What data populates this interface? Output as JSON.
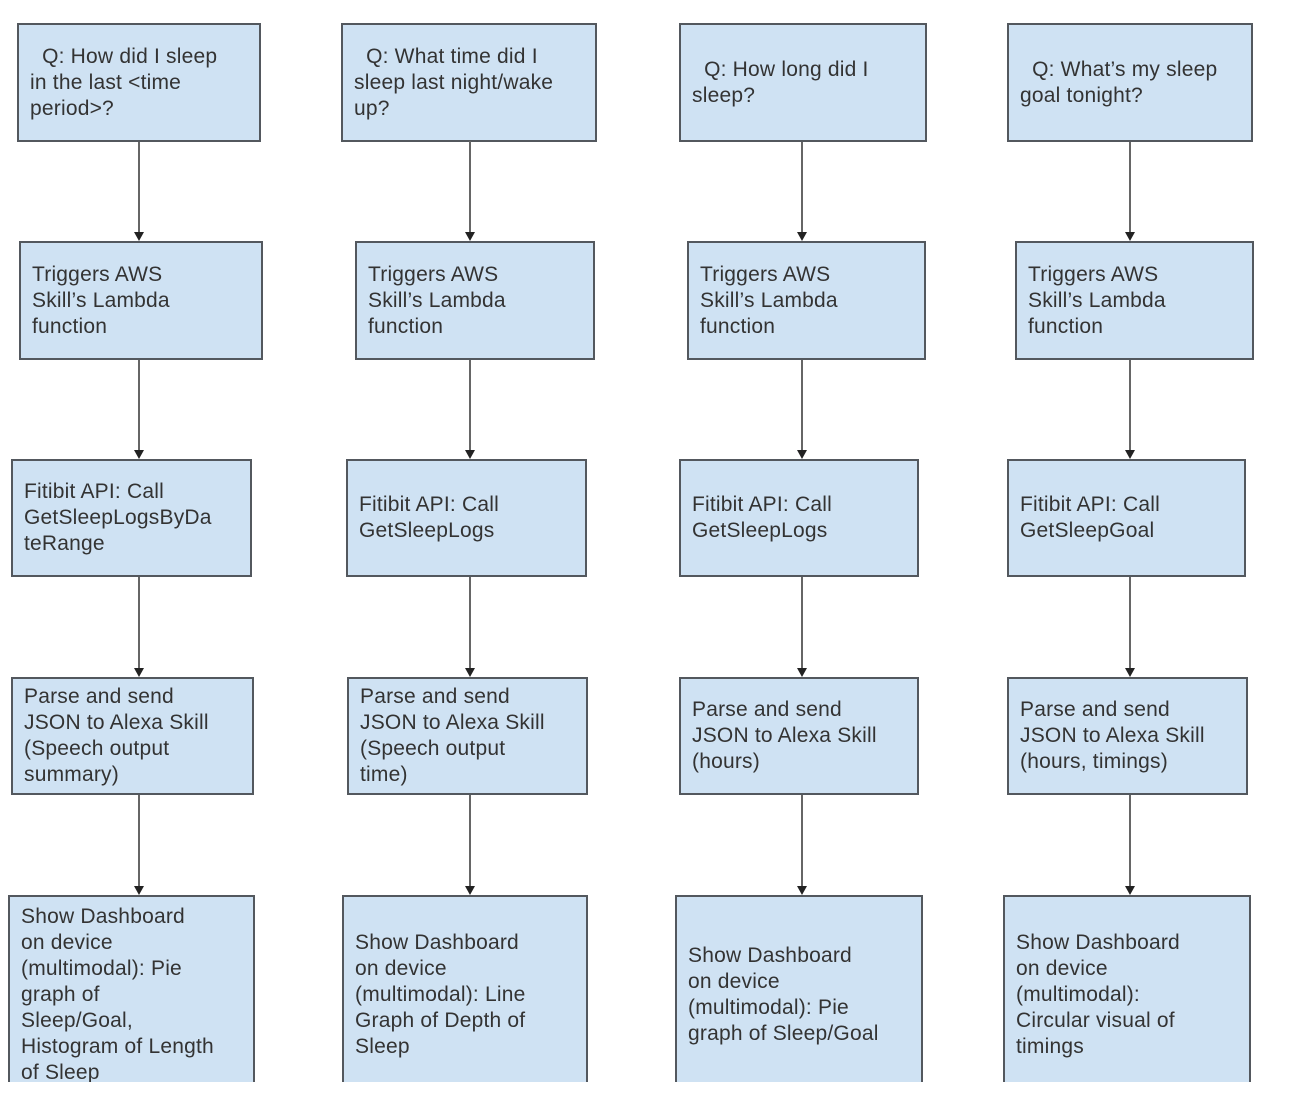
{
  "diagram": {
    "columns": [
      {
        "steps": [
          {
            "text": "  Q: How did I sleep\nin the last <time\nperiod>?"
          },
          {
            "text": "Triggers AWS\nSkill’s Lambda\nfunction"
          },
          {
            "text": "Fitibit API: Call\nGetSleepLogsByDa\nteRange"
          },
          {
            "text": "Parse and send\nJSON to Alexa Skill\n(Speech output\nsummary)"
          },
          {
            "text": "Show Dashboard\non device\n(multimodal): Pie\ngraph of\nSleep/Goal,\nHistogram of Length\nof Sleep"
          }
        ]
      },
      {
        "steps": [
          {
            "text": "  Q: What time did I\nsleep last night/wake\nup?"
          },
          {
            "text": "Triggers AWS\nSkill’s Lambda\nfunction"
          },
          {
            "text": "Fitibit API: Call\nGetSleepLogs"
          },
          {
            "text": "Parse and send\nJSON to Alexa Skill\n(Speech output\ntime)"
          },
          {
            "text": "Show Dashboard\non device\n(multimodal): Line\nGraph of Depth of\nSleep"
          }
        ]
      },
      {
        "steps": [
          {
            "text": "  Q: How long did I\nsleep?"
          },
          {
            "text": "Triggers AWS\nSkill’s Lambda\nfunction"
          },
          {
            "text": "Fitibit API: Call\nGetSleepLogs"
          },
          {
            "text": "Parse and send\nJSON to Alexa Skill\n(hours)"
          },
          {
            "text": "Show Dashboard\non device\n(multimodal): Pie\ngraph of Sleep/Goal"
          }
        ]
      },
      {
        "steps": [
          {
            "text": "  Q: What’s my sleep\ngoal tonight?"
          },
          {
            "text": "Triggers AWS\nSkill’s Lambda\nfunction"
          },
          {
            "text": "Fitibit API: Call\nGetSleepGoal"
          },
          {
            "text": "Parse and send\nJSON to Alexa Skill\n(hours, timings)"
          },
          {
            "text": "Show Dashboard\non device\n(multimodal):\nCircular visual of\ntimings"
          }
        ]
      }
    ]
  },
  "colors": {
    "box_fill": "#cfe2f3",
    "box_border": "#53585e",
    "arrow_line": "#666666",
    "arrow_head": "#222222",
    "text": "#333333",
    "background": "#ffffff"
  }
}
